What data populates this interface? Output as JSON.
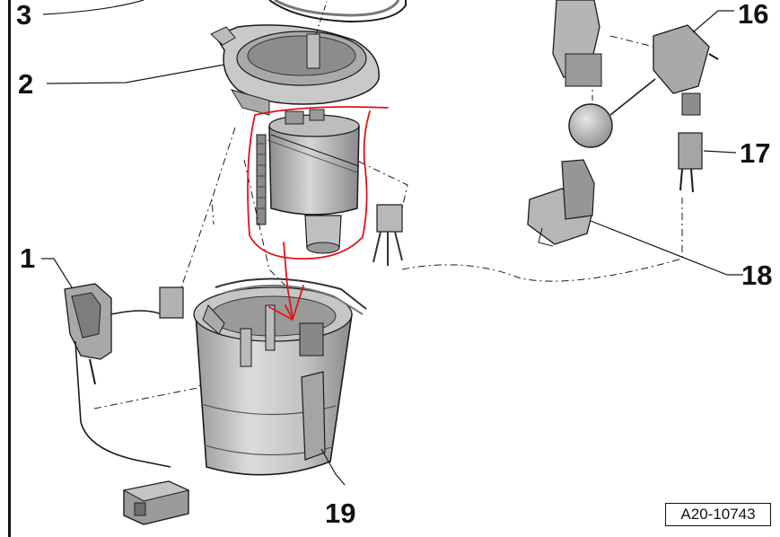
{
  "callouts": {
    "c1": "1",
    "c2": "2",
    "c3": "3",
    "c16": "16",
    "c17": "17",
    "c18": "18",
    "c19": "19"
  },
  "figure_id": "A20-10743",
  "colors": {
    "line": "#1a1a1a",
    "part_light": "#d8d8d8",
    "part_mid": "#b4b4b4",
    "part_dark": "#808080",
    "annotation": "#e0141a"
  }
}
